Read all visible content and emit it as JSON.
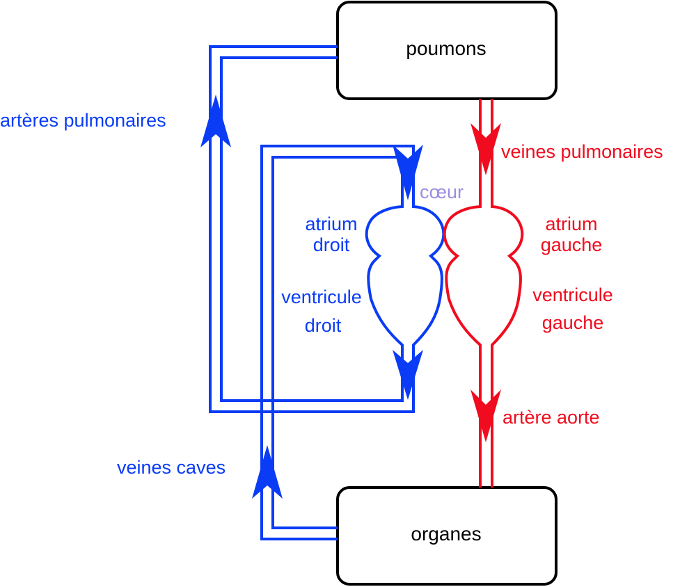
{
  "colors": {
    "deoxygenated": "#0a3cf5",
    "oxygenated": "#f00c1e",
    "heart_label": "#9a8ee0",
    "box_stroke": "#000000"
  },
  "boxes": {
    "lungs": "poumons",
    "organs": "organes"
  },
  "labels": {
    "pulmonary_arteries": "artères pulmonaires",
    "pulmonary_veins": "veines pulmonaires",
    "heart": "cœur",
    "right_atrium_1": "atrium",
    "right_atrium_2": "droit",
    "right_ventricle_1": "ventricule",
    "right_ventricle_2": "droit",
    "left_atrium_1": "atrium",
    "left_atrium_2": "gauche",
    "left_ventricle_1": "ventricule",
    "left_ventricle_2": "gauche",
    "aorta": "artère aorte",
    "vena_cava": "veines caves"
  },
  "flow": [
    {
      "from": "organes",
      "to": "atrium droit",
      "via": "veines caves",
      "blood": "deoxygenated"
    },
    {
      "from": "ventricule droit",
      "to": "poumons",
      "via": "artères pulmonaires",
      "blood": "deoxygenated"
    },
    {
      "from": "poumons",
      "to": "atrium gauche",
      "via": "veines pulmonaires",
      "blood": "oxygenated"
    },
    {
      "from": "ventricule gauche",
      "to": "organes",
      "via": "artère aorte",
      "blood": "oxygenated"
    }
  ]
}
